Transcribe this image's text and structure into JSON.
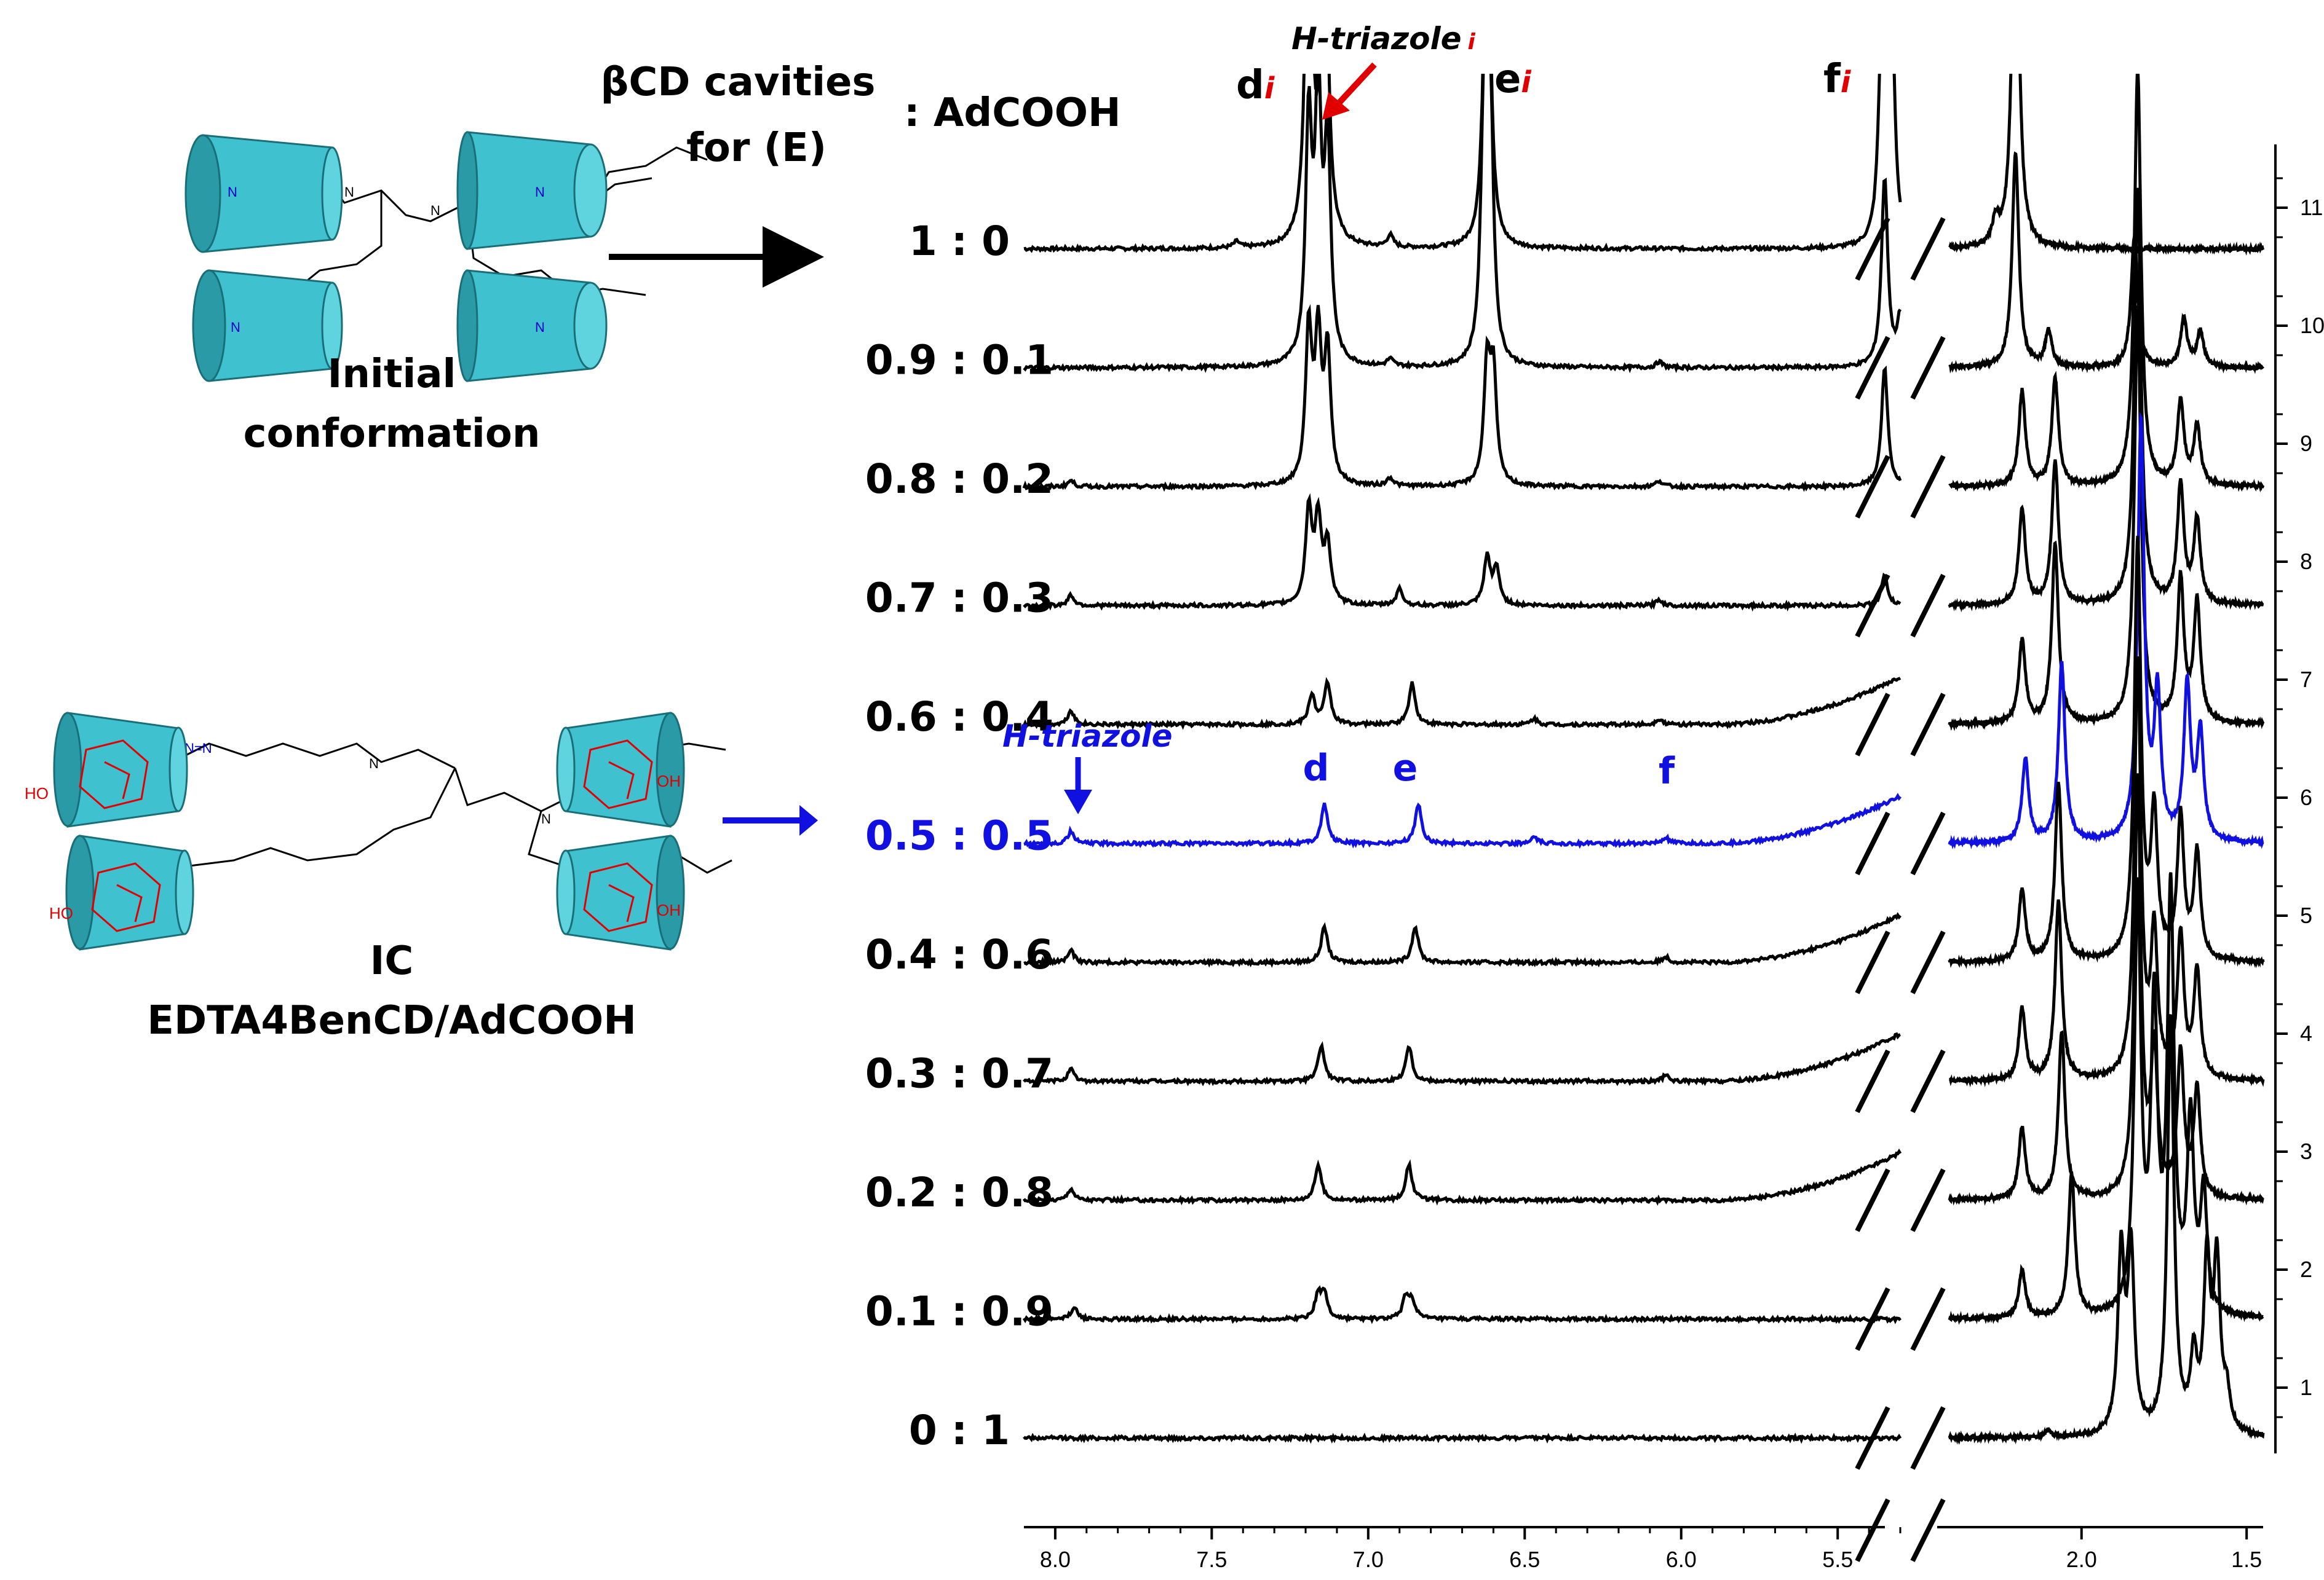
{
  "header": {
    "line1": "βCD cavities",
    "line2": "for (E)",
    "line3": ": AdCOOH"
  },
  "structures": {
    "initial_line1": "Initial",
    "initial_line2": "conformation",
    "ic_line1": "IC",
    "ic_line2": "EDTA4BenCD/AdCOOH",
    "oh_label": "OH",
    "ho_label": "HO"
  },
  "annotations": {
    "h_triazole_top": "H-triazole",
    "h_triazole_top_sub": "i",
    "h_triazole_mid": "H-triazole",
    "d_i": "d",
    "e_i": "e",
    "f_i": "f",
    "sub_i": "i",
    "d": "d",
    "e": "e",
    "f": "f"
  },
  "colors": {
    "black": "#000000",
    "blue": "#1010e0",
    "red": "#e00000",
    "cyan": "#3fc1cf"
  },
  "chart_data": {
    "type": "line",
    "title": "",
    "x_axis": {
      "segment1_ticks": [
        "8.0",
        "7.5",
        "7.0",
        "6.5",
        "6.0",
        "5.5"
      ],
      "segment1_range": [
        8.1,
        5.3
      ],
      "segment2_ticks": [
        "2.0",
        "1.5"
      ],
      "segment2_range": [
        2.4,
        1.45
      ],
      "reversed": true,
      "break": true
    },
    "right_axis": {
      "ticks": [
        "1",
        "2",
        "3",
        "4",
        "5",
        "6",
        "7",
        "8",
        "9",
        "10",
        "11"
      ]
    },
    "ratios": [
      "1 : 0",
      "0.9 : 0.1",
      "0.8 : 0.2",
      "0.7 : 0.3",
      "0.6 : 0.4",
      "0.5 : 0.5",
      "0.4 : 0.6",
      "0.3 : 0.7",
      "0.2 : 0.8",
      "0.1 : 0.9",
      "0 : 1"
    ],
    "highlight_index": 5,
    "peaks_by_spectrum": [
      {
        "trace": 11,
        "peaks": [
          [
            7.19,
            3.5
          ],
          [
            7.14,
            3.5
          ],
          [
            6.62,
            3.5
          ],
          [
            5.36,
            1.6
          ],
          [
            5.33,
            2.4
          ],
          [
            5.29,
            0.9
          ],
          [
            7.42,
            0.05
          ],
          [
            6.93,
            0.1
          ],
          [
            2.2,
            3.5
          ],
          [
            2.26,
            0.2
          ]
        ]
      },
      {
        "trace": 10,
        "peaks": [
          [
            7.19,
            2.0
          ],
          [
            7.16,
            2.2
          ],
          [
            7.13,
            1.8
          ],
          [
            6.63,
            2.1
          ],
          [
            6.61,
            2.1
          ],
          [
            5.35,
            1.6
          ],
          [
            5.3,
            0.4
          ],
          [
            6.93,
            0.06
          ],
          [
            6.07,
            0.05
          ],
          [
            2.2,
            1.8
          ],
          [
            2.1,
            0.3
          ],
          [
            1.84,
            1.1
          ],
          [
            1.69,
            0.4
          ],
          [
            1.64,
            0.3
          ]
        ]
      },
      {
        "trace": 9,
        "peaks": [
          [
            7.19,
            1.3
          ],
          [
            7.16,
            1.2
          ],
          [
            7.13,
            1.1
          ],
          [
            6.62,
            1.0
          ],
          [
            6.6,
            0.9
          ],
          [
            5.35,
            1.0
          ],
          [
            6.93,
            0.07
          ],
          [
            6.07,
            0.05
          ],
          [
            7.95,
            0.05
          ],
          [
            2.18,
            0.8
          ],
          [
            2.08,
            0.9
          ],
          [
            1.83,
            3.5
          ],
          [
            1.7,
            0.7
          ],
          [
            1.65,
            0.5
          ]
        ]
      },
      {
        "trace": 8,
        "peaks": [
          [
            7.19,
            0.8
          ],
          [
            7.16,
            0.7
          ],
          [
            7.13,
            0.5
          ],
          [
            6.62,
            0.4
          ],
          [
            6.59,
            0.3
          ],
          [
            6.9,
            0.14
          ],
          [
            6.07,
            0.05
          ],
          [
            7.95,
            0.09
          ],
          [
            5.35,
            0.25
          ],
          [
            2.18,
            0.8
          ],
          [
            2.08,
            1.2
          ],
          [
            1.83,
            3.5
          ],
          [
            1.7,
            1.0
          ],
          [
            1.65,
            0.7
          ]
        ]
      },
      {
        "trace": 7,
        "peaks": [
          [
            7.18,
            0.25
          ],
          [
            7.13,
            0.35
          ],
          [
            6.86,
            0.35
          ],
          [
            7.95,
            0.12
          ],
          [
            6.47,
            0.05
          ],
          [
            6.07,
            0.05
          ],
          [
            2.18,
            0.7
          ],
          [
            2.08,
            1.5
          ],
          [
            1.83,
            3.5
          ],
          [
            1.7,
            1.2
          ],
          [
            1.65,
            1.0
          ]
        ]
      },
      {
        "trace": 6,
        "peaks": [
          [
            7.95,
            0.1
          ],
          [
            7.14,
            0.33
          ],
          [
            6.84,
            0.33
          ],
          [
            6.47,
            0.05
          ],
          [
            6.05,
            0.05
          ],
          [
            2.17,
            0.7
          ],
          [
            2.06,
            1.5
          ],
          [
            1.82,
            3.5
          ],
          [
            1.77,
            1.2
          ],
          [
            1.68,
            1.3
          ],
          [
            1.64,
            0.9
          ]
        ]
      },
      {
        "trace": 5,
        "peaks": [
          [
            7.95,
            0.1
          ],
          [
            7.14,
            0.3
          ],
          [
            6.85,
            0.3
          ],
          [
            6.05,
            0.05
          ],
          [
            2.18,
            0.6
          ],
          [
            2.07,
            1.5
          ],
          [
            1.83,
            3.5
          ],
          [
            1.78,
            1.2
          ],
          [
            1.7,
            1.2
          ],
          [
            1.65,
            0.9
          ]
        ]
      },
      {
        "trace": 4,
        "peaks": [
          [
            7.95,
            0.1
          ],
          [
            7.15,
            0.3
          ],
          [
            6.87,
            0.3
          ],
          [
            6.05,
            0.05
          ],
          [
            2.18,
            0.6
          ],
          [
            2.07,
            1.5
          ],
          [
            1.83,
            3.5
          ],
          [
            1.78,
            1.2
          ],
          [
            1.7,
            1.2
          ],
          [
            1.65,
            0.9
          ]
        ]
      },
      {
        "trace": 3,
        "peaks": [
          [
            7.95,
            0.1
          ],
          [
            7.16,
            0.3
          ],
          [
            6.87,
            0.3
          ],
          [
            2.18,
            0.6
          ],
          [
            2.06,
            1.4
          ],
          [
            1.83,
            3.5
          ],
          [
            1.78,
            1.2
          ],
          [
            1.7,
            1.2
          ],
          [
            1.65,
            0.9
          ]
        ]
      },
      {
        "trace": 2,
        "peaks": [
          [
            7.94,
            0.1
          ],
          [
            7.16,
            0.2
          ],
          [
            7.14,
            0.2
          ],
          [
            6.88,
            0.18
          ],
          [
            6.86,
            0.15
          ],
          [
            2.18,
            0.4
          ],
          [
            2.03,
            1.2
          ],
          [
            1.83,
            3.5
          ],
          [
            1.78,
            2.5
          ],
          [
            1.73,
            3.5
          ],
          [
            1.67,
            1.6
          ],
          [
            1.63,
            1.0
          ]
        ]
      },
      {
        "trace": 1,
        "peaks": [
          [
            1.88,
            1.5
          ],
          [
            1.85,
            1.5
          ],
          [
            1.73,
            3.5
          ],
          [
            1.66,
            0.6
          ],
          [
            1.62,
            1.4
          ],
          [
            1.59,
            1.4
          ],
          [
            1.56,
            0.3
          ],
          [
            2.1,
            0.05
          ]
        ]
      }
    ]
  }
}
